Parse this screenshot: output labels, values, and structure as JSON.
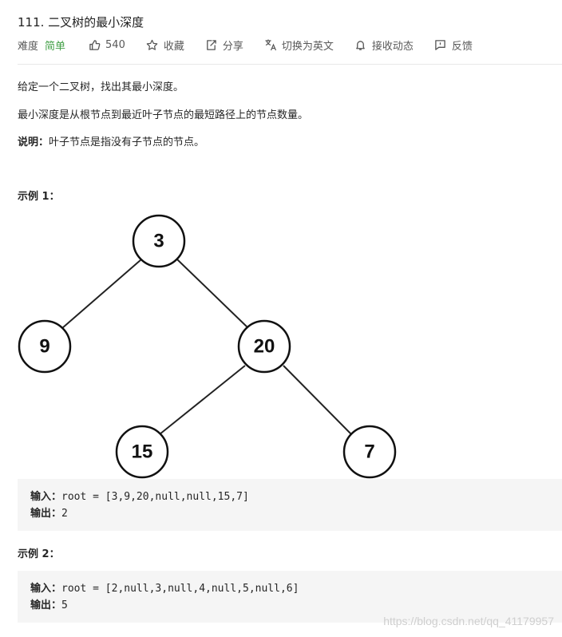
{
  "problem": {
    "title": "111. 二叉树的最小深度"
  },
  "meta": {
    "difficulty_label": "难度",
    "difficulty_value": "简单",
    "likes": "540",
    "favorite": "收藏",
    "share": "分享",
    "switch_lang": "切换为英文",
    "notify": "接收动态",
    "feedback": "反馈",
    "icons": [
      "thumbs-up-icon",
      "star-icon",
      "share-icon",
      "translate-icon",
      "bell-icon",
      "feedback-icon"
    ]
  },
  "description": {
    "p1": "给定一个二叉树，找出其最小深度。",
    "p2": "最小深度是从根节点到最近叶子节点的最短路径上的节点数量。",
    "note_label": "说明：",
    "note_text": "叶子节点是指没有子节点的节点。"
  },
  "example1": {
    "title": "示例 1：",
    "tree_nodes": [
      "3",
      "9",
      "20",
      "15",
      "7"
    ],
    "input_label": "输入：",
    "input_value": "root = [3,9,20,null,null,15,7]",
    "output_label": "输出：",
    "output_value": "2"
  },
  "example2": {
    "title": "示例 2：",
    "input_label": "输入：",
    "input_value": "root = [2,null,3,null,4,null,5,null,6]",
    "output_label": "输出：",
    "output_value": "5"
  },
  "watermark": "https://blog.csdn.net/qq_41179957"
}
